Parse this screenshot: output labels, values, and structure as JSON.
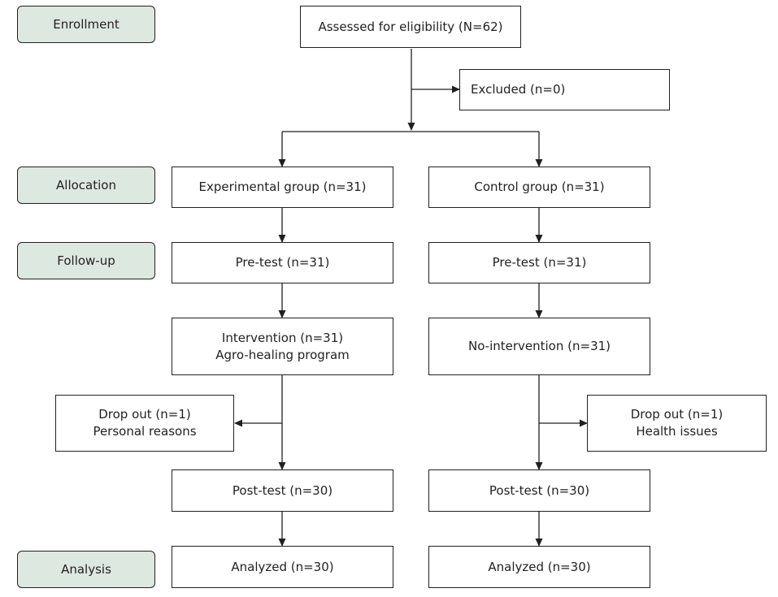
{
  "colors": {
    "stage_fill": "#dde8e0",
    "line": "#231f20",
    "box_fill": "#ffffff"
  },
  "stages": {
    "enrollment": "Enrollment",
    "allocation": "Allocation",
    "followup": "Follow-up",
    "analysis": "Analysis"
  },
  "assessed": "Assessed for eligibility (N=62)",
  "excluded": "Excluded (n=0)",
  "experimental": {
    "group": "Experimental group (n=31)",
    "pretest": "Pre-test (n=31)",
    "intervention_line1": "Intervention (n=31)",
    "intervention_line2": "Agro-healing program",
    "dropout_line1": "Drop out (n=1)",
    "dropout_line2": "Personal reasons",
    "posttest": "Post-test (n=30)",
    "analyzed": "Analyzed (n=30)"
  },
  "control": {
    "group": "Control group (n=31)",
    "pretest": "Pre-test (n=31)",
    "intervention": "No-intervention (n=31)",
    "dropout_line1": "Drop out (n=1)",
    "dropout_line2": "Health issues",
    "posttest": "Post-test (n=30)",
    "analyzed": "Analyzed (n=30)"
  }
}
